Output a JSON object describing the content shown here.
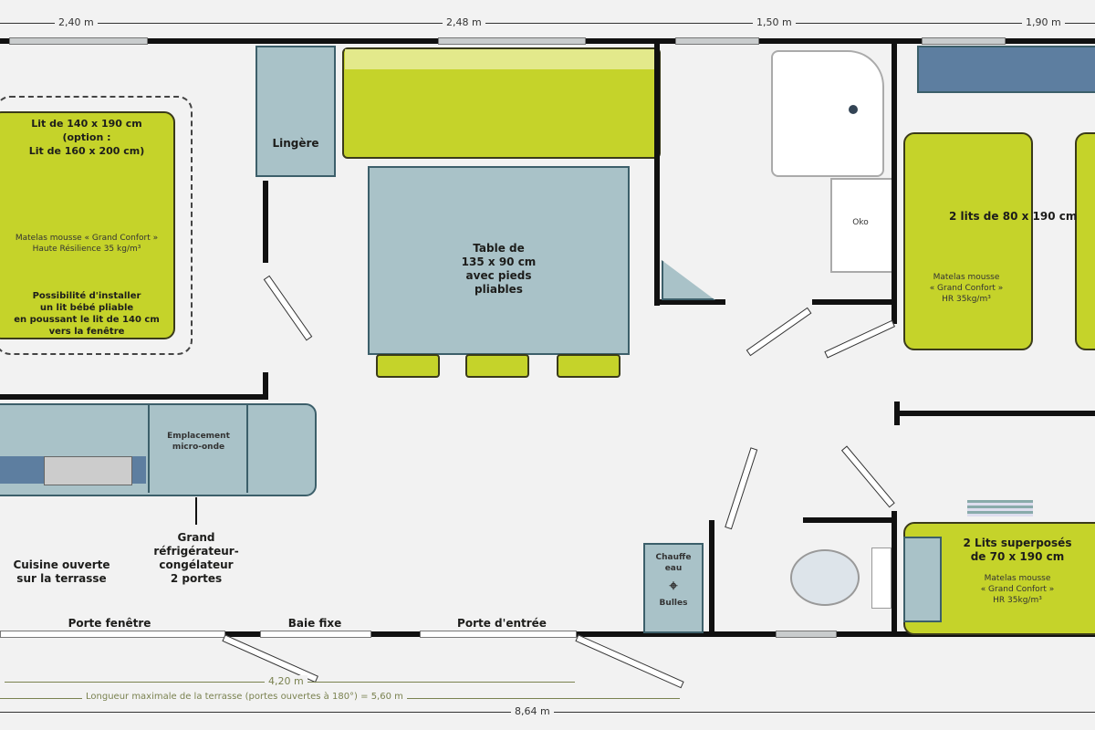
{
  "dimensions": {
    "top": [
      "2,40 m",
      "2,48 m",
      "1,50 m",
      "1,90 m"
    ],
    "terrace_open": "4,20 m",
    "terrace_max": "Longueur maximale de la terrasse (portes ouvertes à 180°) = 5,60 m",
    "total": "8,64 m"
  },
  "master_bed": {
    "title": [
      "Lit de 140 x 190 cm",
      "(option :",
      "Lit de 160 x 200 cm)"
    ],
    "mattress": [
      "Matelas mousse « Grand Confort »",
      "Haute Résilience 35 kg/m³"
    ],
    "baby": [
      "Possibilité d'installer",
      "un lit bébé pliable",
      "en poussant le lit de 140 cm",
      "vers la fenêtre"
    ]
  },
  "linen": "Lingère",
  "table": [
    "Table de",
    "135 x 90 cm",
    "avec pieds",
    "pliables"
  ],
  "washbasin": "Oko",
  "twin_beds": {
    "title": "2 lits de 80 x 190 cm",
    "mattress": [
      "Matelas mousse",
      "« Grand Confort »",
      "HR 35kg/m³"
    ]
  },
  "kitchen": {
    "microwave": [
      "Emplacement",
      "micro-onde"
    ],
    "fridge": [
      "Grand",
      "réfrigérateur-",
      "congélateur",
      "2 portes"
    ],
    "label": [
      "Cuisine ouverte",
      "sur la terrasse"
    ]
  },
  "water_heater": [
    "Chauffe",
    "eau",
    "Bulles"
  ],
  "bunk": {
    "title": [
      "2 Lits superposés",
      "de 70 x 190 cm"
    ],
    "mattress": [
      "Matelas mousse",
      "« Grand Confort »",
      "HR 35kg/m³"
    ]
  },
  "openings": {
    "french_door": "Porte fenêtre",
    "fixed_bay": "Baie fixe",
    "entry_door": "Porte d'entrée"
  }
}
